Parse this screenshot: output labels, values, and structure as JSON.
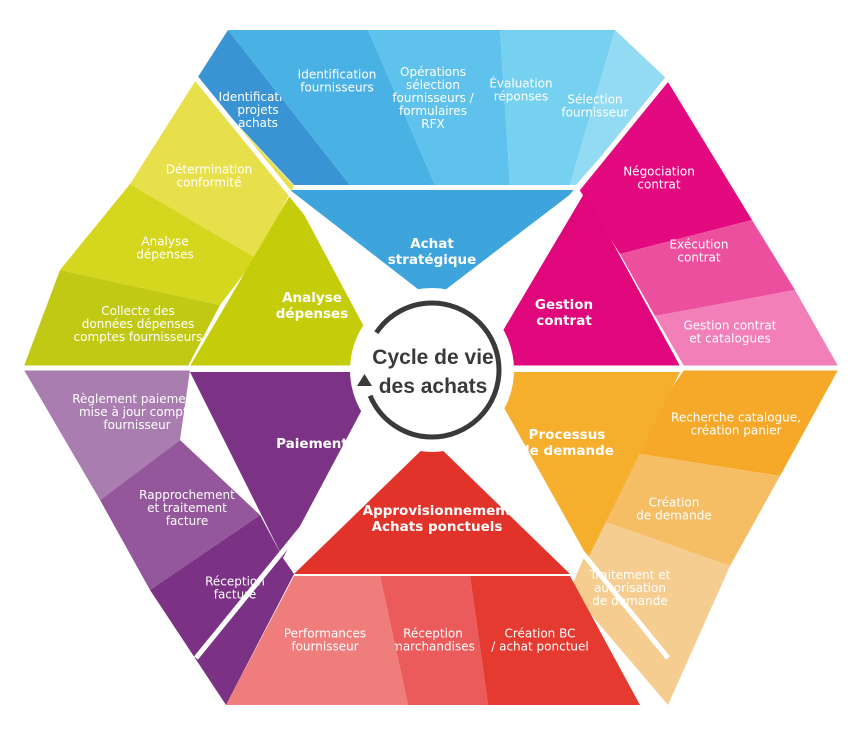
{
  "center": {
    "lines": [
      "Cycle de vie",
      "des achats"
    ]
  },
  "sectors": [
    {
      "id": "strategique",
      "lines": [
        "Achat",
        "stratégique"
      ],
      "color": "#3da5dc",
      "segments": [
        {
          "lines": [
            "Identification",
            "projets",
            "achats"
          ],
          "color": "#3a94d3"
        },
        {
          "lines": [
            "Identification",
            "fournisseurs"
          ],
          "color": "#4ab1e5"
        },
        {
          "lines": [
            "Opérations",
            "sélection",
            "fournisseurs /",
            "formulaires",
            "RFX"
          ],
          "color": "#5ec2ec"
        },
        {
          "lines": [
            "Évaluation",
            "réponses"
          ],
          "color": "#76d0f0"
        },
        {
          "lines": [
            "Sélection",
            "fournisseur"
          ],
          "color": "#92dbf2"
        }
      ]
    },
    {
      "id": "contrat",
      "lines": [
        "Gestion",
        "contrat"
      ],
      "color": "#e0067c",
      "segments": [
        {
          "lines": [
            "Négociation",
            "contrat"
          ],
          "color": "#e3097f"
        },
        {
          "lines": [
            "Exécution",
            "contrat"
          ],
          "color": "#ec4f9e"
        },
        {
          "lines": [
            "Gestion contrat",
            "et catalogues"
          ],
          "color": "#f27fb8"
        }
      ]
    },
    {
      "id": "demande",
      "lines": [
        "Processus",
        "de demande"
      ],
      "color": "#f6ae2d",
      "segments": [
        {
          "lines": [
            "Recherche catalogue,",
            "création panier"
          ],
          "color": "#f6a928"
        },
        {
          "lines": [
            "Création",
            "de demande"
          ],
          "color": "#f5be65"
        },
        {
          "lines": [
            "Traitement et",
            "autorisation",
            "de demande"
          ],
          "color": "#f5cd90"
        }
      ]
    },
    {
      "id": "appro",
      "lines": [
        "Approvisionnement",
        "Achats ponctuels"
      ],
      "color": "#e2332a",
      "segments": [
        {
          "lines": [
            "Création BC",
            "/ achat ponctuel"
          ],
          "color": "#e53a30"
        },
        {
          "lines": [
            "Réception",
            "marchandises"
          ],
          "color": "#ec5b5b"
        },
        {
          "lines": [
            "Performances",
            "fournisseur"
          ],
          "color": "#ef7d7c"
        }
      ]
    },
    {
      "id": "paiement",
      "lines": [
        "Paiement"
      ],
      "color": "#7c3386",
      "segments": [
        {
          "lines": [
            "Réception",
            "facture"
          ],
          "color": "#7b3184"
        },
        {
          "lines": [
            "Rapprochement",
            "et traitement",
            "facture"
          ],
          "color": "#94579b"
        },
        {
          "lines": [
            "Règlement paiement,",
            "mise à jour compte",
            "fournisseur"
          ],
          "color": "#a97db0"
        }
      ]
    },
    {
      "id": "analyse",
      "lines": [
        "Analyse",
        "dépenses"
      ],
      "color": "#c5cd0a",
      "segments": [
        {
          "lines": [
            "Collecte des",
            "données dépenses",
            "comptes fournisseurs"
          ],
          "color": "#c2c915"
        },
        {
          "lines": [
            "Analyse",
            "dépenses"
          ],
          "color": "#d5d71e"
        },
        {
          "lines": [
            "Détermination",
            "conformité"
          ],
          "color": "#e8e04a"
        }
      ]
    }
  ]
}
